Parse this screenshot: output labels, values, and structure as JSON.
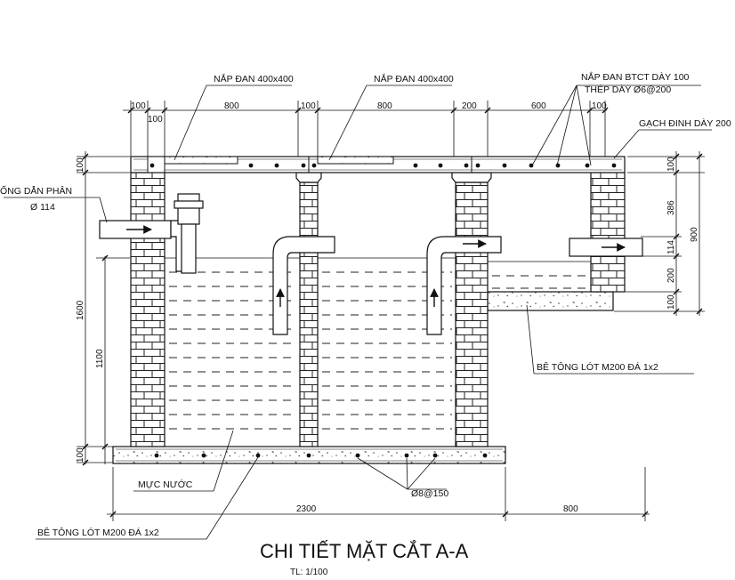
{
  "title": "CHI TIẾT MẶT CẮT A-A",
  "scale": "TL: 1/100",
  "labels": {
    "cover_left": "NẮP ĐAN 400x400",
    "cover_mid": "NẮP ĐAN 400x400",
    "slab_line1": "NẮP ĐAN BTCT DÀY 100",
    "slab_line2": "THÉP DÀY Ø6@200",
    "brick_wall": "GẠCH ĐINH DÀY 200",
    "pipe_in_line1": "ỐNG DẪN PHÂN",
    "pipe_in_line2": "Ø 114",
    "water_level": "MỰC NƯỚC",
    "rebar": "Ø8@150",
    "concrete_right": "BÊ TÔNG LÓT M200 ĐÁ 1x2",
    "concrete_bottom": "BÊ TÔNG LÓT M200 ĐÁ 1x2"
  },
  "dimensions": {
    "top": [
      "100",
      "100",
      "800",
      "100",
      "800",
      "200",
      "600",
      "100"
    ],
    "left": [
      "100",
      "1600",
      "1100",
      "100"
    ],
    "right": [
      "100",
      "386",
      "114",
      "200",
      "100",
      "900"
    ],
    "bottom": [
      "2300",
      "800"
    ]
  },
  "colors": {
    "line": "#111111",
    "water": "#222222"
  }
}
